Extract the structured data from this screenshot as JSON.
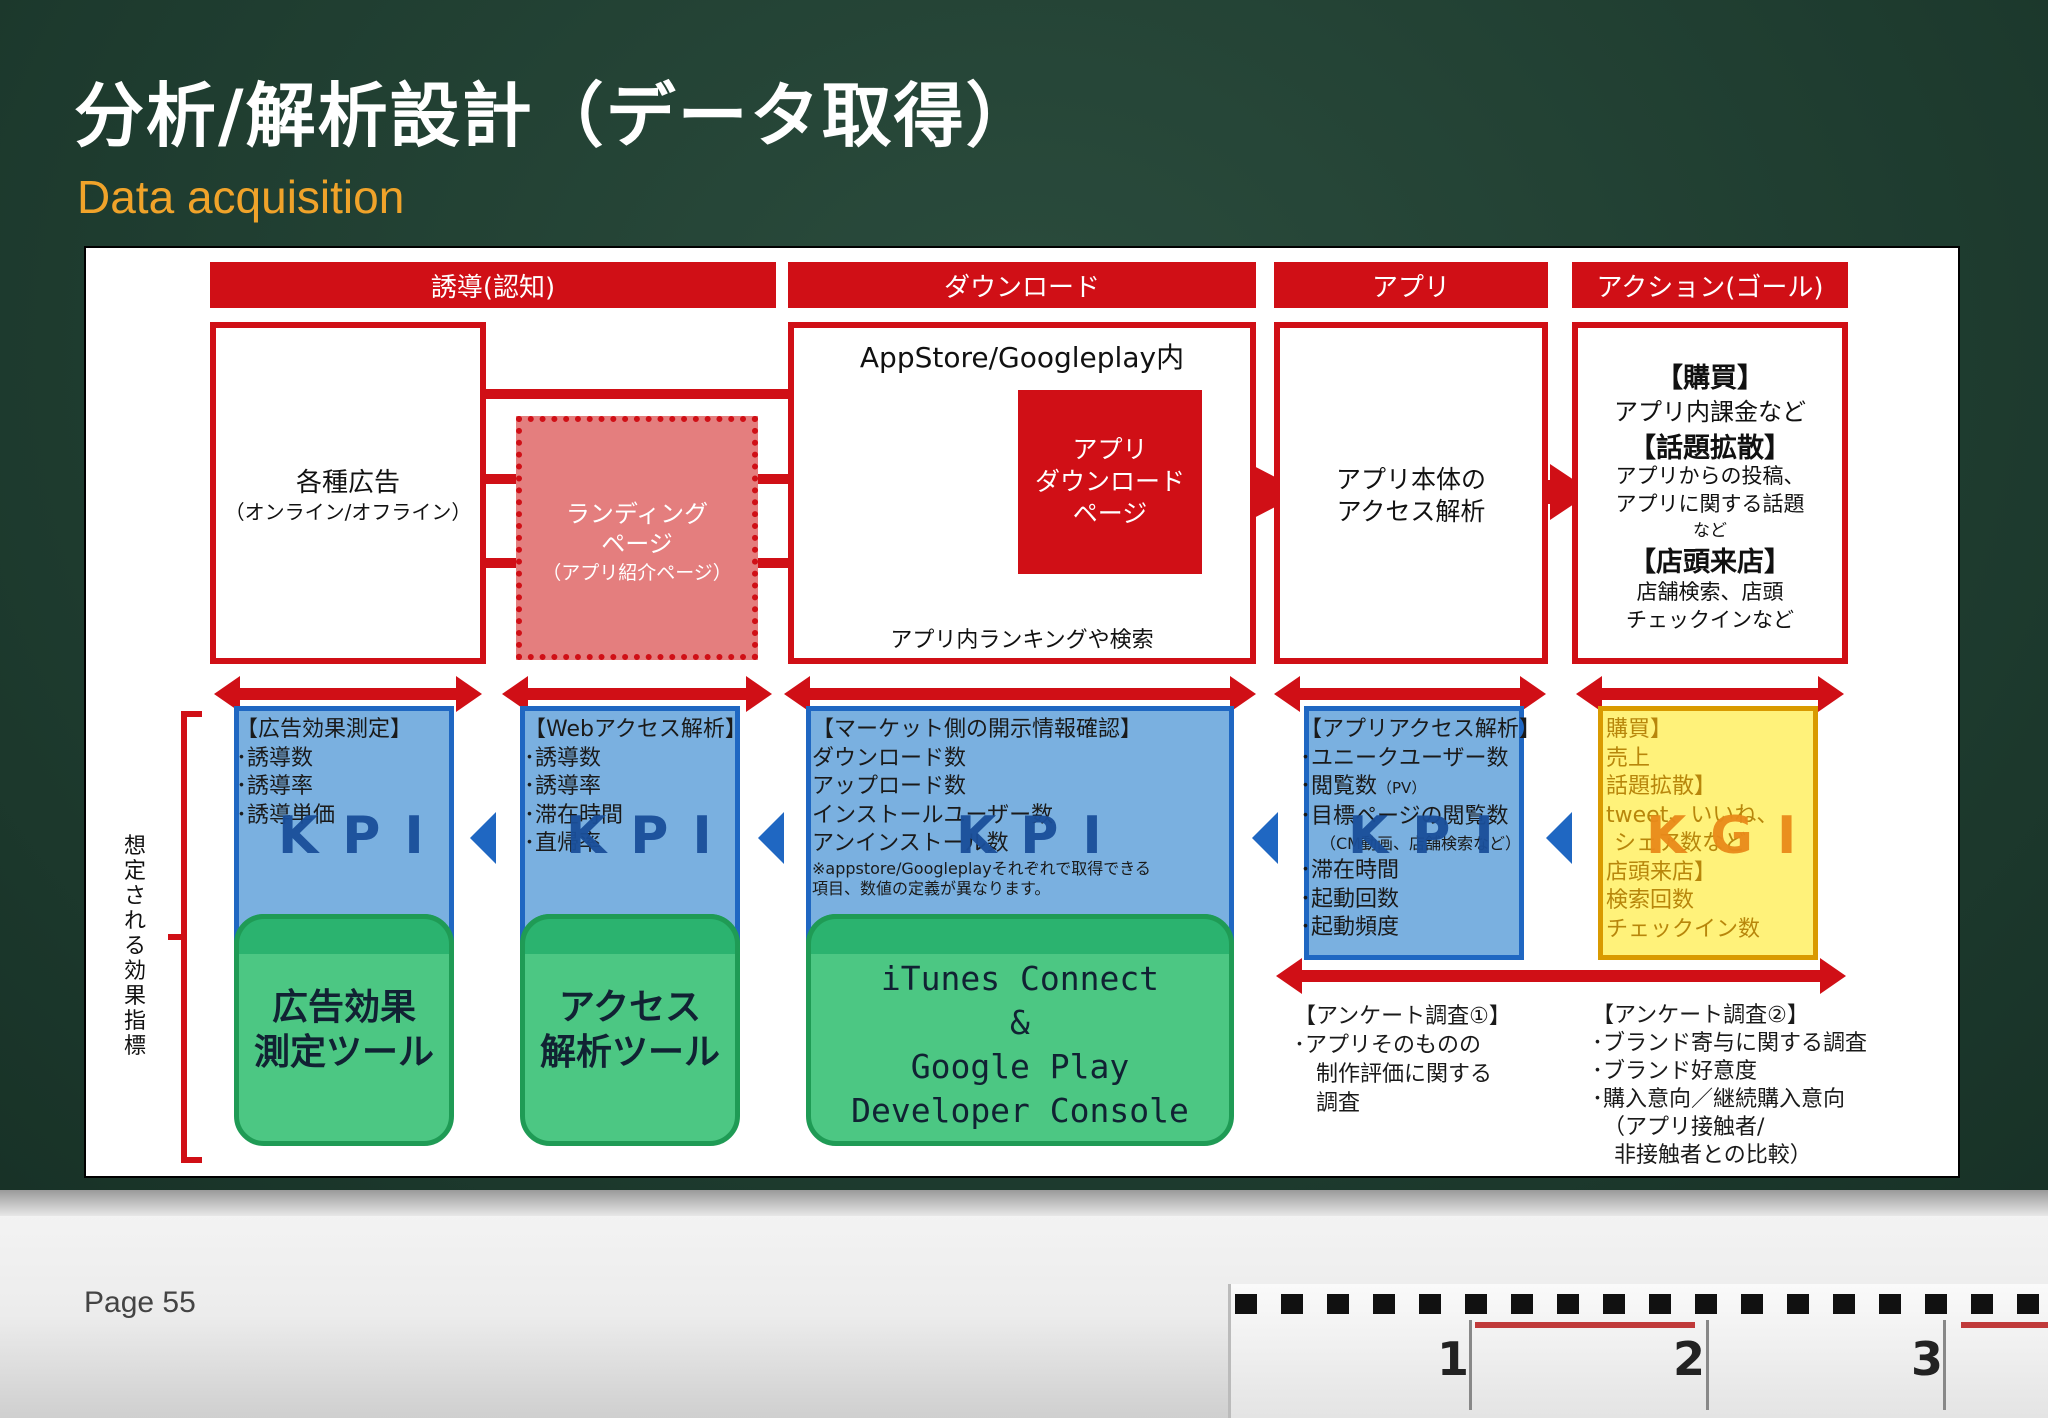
{
  "slide": {
    "title": "分析/解析設計（データ取得）",
    "subtitle": "Data acquisition",
    "page": "Page 55"
  },
  "ruler": {
    "numbers": [
      "1",
      "2",
      "3"
    ]
  },
  "headers": [
    "誘導(認知)",
    "ダウンロード",
    "アプリ",
    "アクション(ゴール)"
  ],
  "flow": {
    "ads_title": "各種広告",
    "ads_sub": "（オンライン/オフライン）",
    "landing_l1": "ランディング",
    "landing_l2": "ページ",
    "landing_sub": "（アプリ紹介ページ）",
    "store_title": "AppStore/Googleplay内",
    "dl_l1": "アプリ",
    "dl_l2": "ダウンロード",
    "dl_l3": "ページ",
    "ranking": "アプリ内ランキングや検索",
    "app_l1": "アプリ本体の",
    "app_l2": "アクセス解析",
    "goal": [
      "【購買】",
      "アプリ内課金など",
      "【話題拡散】",
      "アプリからの投稿、",
      "アプリに関する話題",
      "など",
      "【店頭来店】",
      "店舗検索、店頭",
      "チェックインなど"
    ]
  },
  "side_label": "想定される効果指標",
  "metrics": {
    "ad": [
      "【広告効果測定】",
      "･誘導数",
      "･誘導率",
      "･誘導単価"
    ],
    "web": [
      "【Webアクセス解析】",
      "･誘導数",
      "･誘導率",
      "･滞在時間",
      "･直帰率"
    ],
    "market": [
      "【マーケット側の開示情報確認】",
      "ダウンロード数",
      "アップロード数",
      "インストールユーザー数",
      "アンインストール数"
    ],
    "market_note_1": "※appstore/Googleplayそれぞれで取得できる",
    "market_note_2": "項目、数値の定義が異なります。",
    "app": [
      "【アプリアクセス解析】",
      "･ユニークユーザー数",
      "･閲覧数",
      "･目標ページの閲覧数",
      "･滞在時間",
      "･起動回数",
      "･起動頻度"
    ],
    "app_pv": "（PV）",
    "app_note": "（CM動画、店舗検索など）",
    "goal": [
      "購買】",
      "売上",
      "話題拡散】",
      "tweet、いいね、",
      "シェア数など",
      "店頭来店】",
      "検索回数",
      "チェックイン数"
    ]
  },
  "kpi_label": "KPI",
  "kgi_label": "KGI",
  "tools": {
    "ad": [
      "広告効果",
      "測定ツール"
    ],
    "web": [
      "アクセス",
      "解析ツール"
    ],
    "store": [
      "iTunes Connect",
      "&",
      "Google Play",
      "Developer Console"
    ]
  },
  "surveys": {
    "s1": [
      "【アンケート調査①】",
      "･アプリそのものの",
      "　制作評価に関する",
      "　調査"
    ],
    "s2": [
      "【アンケート調査②】",
      "･ブランド寄与に関する調査",
      "･ブランド好意度",
      "･購入意向／継続購入意向",
      "　（アプリ接触者/",
      "　非接触者との比較）"
    ]
  },
  "colors": {
    "red": "#d00f16",
    "kpi_blue": "#7ab0e0",
    "kgi_yellow": "#fff27a",
    "tool_green": "#4cc783",
    "board": "#1f3d30",
    "subtitle": "#f0a32a"
  }
}
